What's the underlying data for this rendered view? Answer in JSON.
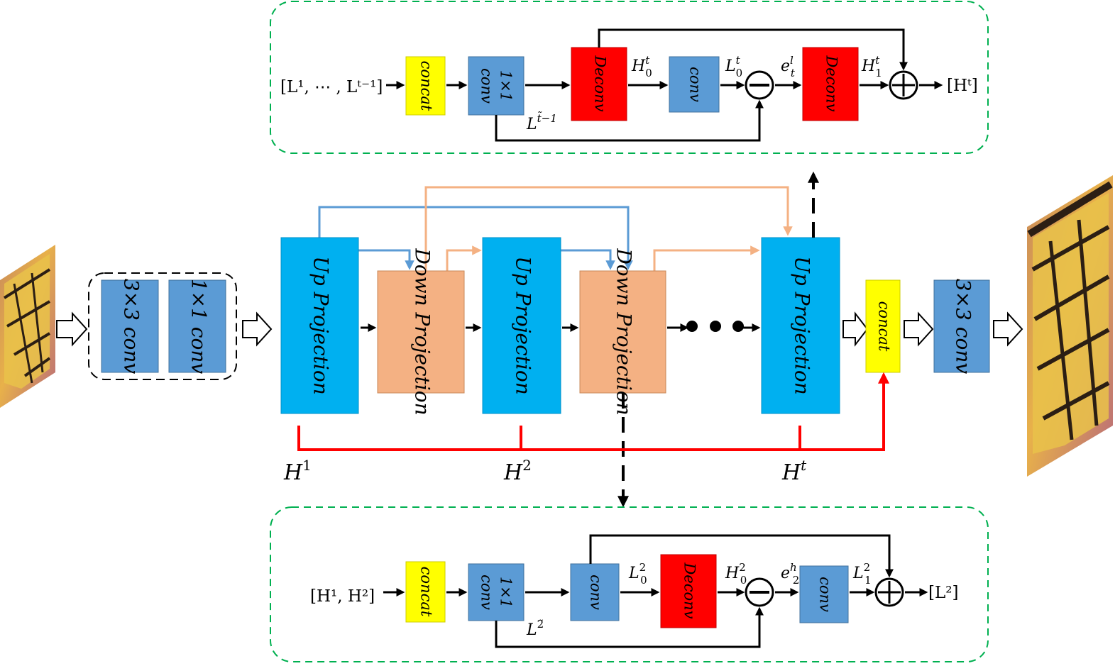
{
  "colors": {
    "conv_blue": "#5b9bd5",
    "projection_blue": "#00b0f0",
    "down_orange": "#f4b183",
    "deconv_red": "#ff0000",
    "concat_yellow": "#ffff00",
    "hr_line_red": "#ff0000",
    "skip_blue": "#5b9bd5",
    "skip_orange": "#f4b183",
    "module_border_green": "#00b050"
  },
  "main": {
    "conv3": "3×3 conv",
    "conv1": "1×1 conv",
    "up_projection": "Up Projection",
    "down_projection": "Down Projection",
    "concat": "concat",
    "final_conv": "3×3 conv",
    "dots": "• • •",
    "h_labels": {
      "h1": "H",
      "h1_sup": "1",
      "h2": "H",
      "h2_sup": "2",
      "ht": "H",
      "ht_sup": "t"
    }
  },
  "up_module": {
    "input": "[L¹, ⋯ , Lᵗ⁻¹]",
    "concat": "concat",
    "conv1x1_a": "1×1",
    "conv1x1_b": "conv",
    "deconv1": "Deconv",
    "conv": "conv",
    "deconv2": "Deconv",
    "h0": "H",
    "h0_sup": "t",
    "h0_sub": "0",
    "l0": "L",
    "l0_sup": "t",
    "l0_sub": "0",
    "e": "e",
    "e_sup": "l",
    "e_sub": "t",
    "h1": "H",
    "h1_sup": "t",
    "h1_sub": "1",
    "l_tilde": "L",
    "l_tilde_sup": "t̃−1",
    "output": "[Hᵗ]",
    "minus": "−",
    "plus": "+"
  },
  "down_module": {
    "input": "[H¹, H²]",
    "concat": "concat",
    "conv1x1_a": "1×1",
    "conv1x1_b": "conv",
    "conv1": "conv",
    "deconv": "Deconv",
    "conv2": "conv",
    "l0": "L",
    "l0_sup": "2",
    "l0_sub": "0",
    "h0": "H",
    "h0_sup": "2",
    "h0_sub": "0",
    "e": "e",
    "e_sup": "h",
    "e_sub": "2",
    "l1": "L",
    "l1_sup": "2",
    "l1_sub": "1",
    "l_tilde": "L",
    "l_tilde_sup": "2̃",
    "output": "[L²]",
    "minus": "−",
    "plus": "+"
  }
}
